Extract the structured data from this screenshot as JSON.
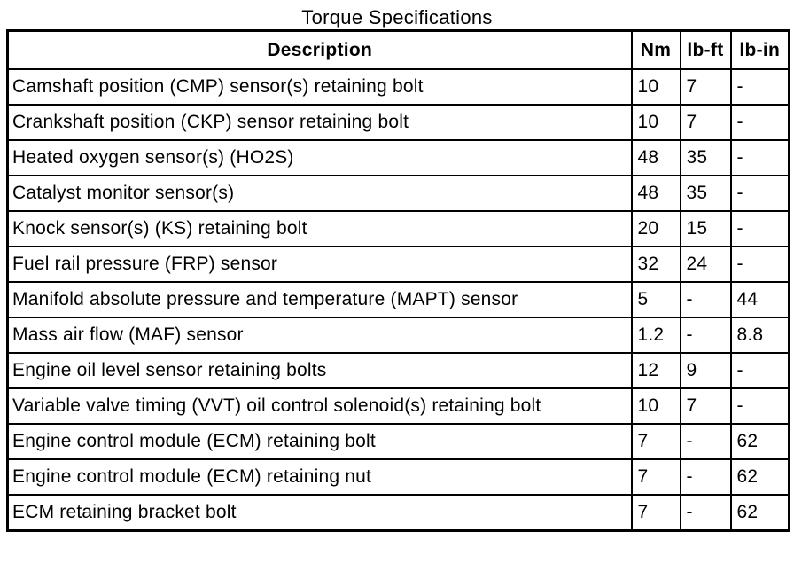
{
  "page": {
    "title": "Torque Specifications",
    "background_color": "#ffffff",
    "text_color": "#000000",
    "border_color": "#000000"
  },
  "table": {
    "headers": {
      "description": "Description",
      "nm": "Nm",
      "lb_ft": "lb-ft",
      "lb_in": "lb-in"
    },
    "rows": [
      {
        "description": "Camshaft position (CMP) sensor(s) retaining bolt",
        "nm": "10",
        "lb_ft": "7",
        "lb_in": "-"
      },
      {
        "description": "Crankshaft position (CKP) sensor retaining bolt",
        "nm": "10",
        "lb_ft": "7",
        "lb_in": "-"
      },
      {
        "description": "Heated oxygen sensor(s) (HO2S)",
        "nm": "48",
        "lb_ft": "35",
        "lb_in": "-"
      },
      {
        "description": "Catalyst monitor sensor(s)",
        "nm": "48",
        "lb_ft": "35",
        "lb_in": "-"
      },
      {
        "description": "Knock sensor(s) (KS) retaining bolt",
        "nm": "20",
        "lb_ft": "15",
        "lb_in": "-"
      },
      {
        "description": "Fuel rail pressure (FRP) sensor",
        "nm": "32",
        "lb_ft": "24",
        "lb_in": "-"
      },
      {
        "description": "Manifold absolute pressure and temperature (MAPT) sensor",
        "nm": "5",
        "lb_ft": "-",
        "lb_in": "44"
      },
      {
        "description": "Mass air flow (MAF) sensor",
        "nm": "1.2",
        "lb_ft": "-",
        "lb_in": "8.8"
      },
      {
        "description": "Engine oil level sensor retaining bolts",
        "nm": "12",
        "lb_ft": "9",
        "lb_in": "-"
      },
      {
        "description": "Variable valve timing (VVT) oil control solenoid(s) retaining bolt",
        "nm": "10",
        "lb_ft": "7",
        "lb_in": "-"
      },
      {
        "description": "Engine control module (ECM) retaining bolt",
        "nm": "7",
        "lb_ft": "-",
        "lb_in": "62"
      },
      {
        "description": "Engine control module (ECM) retaining nut",
        "nm": "7",
        "lb_ft": "-",
        "lb_in": "62"
      },
      {
        "description": "ECM retaining bracket bolt",
        "nm": "7",
        "lb_ft": "-",
        "lb_in": "62"
      }
    ]
  }
}
